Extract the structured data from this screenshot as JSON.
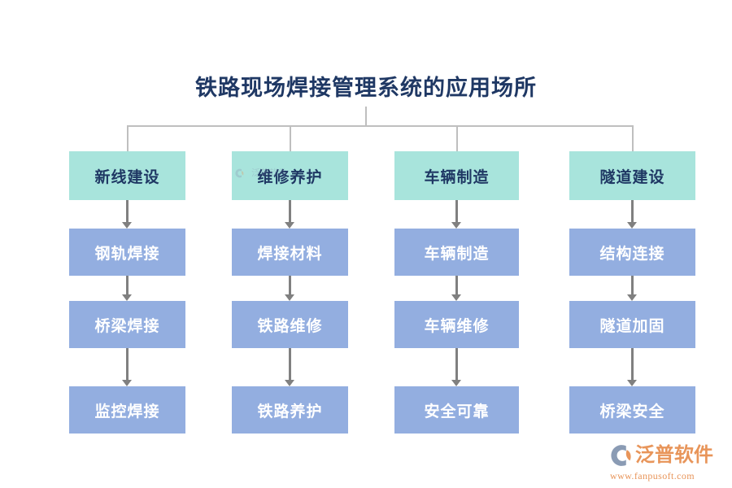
{
  "title": "铁路现场焊接管理系统的应用场所",
  "colors": {
    "title_text": "#1f3864",
    "head_box_bg": "#a8e4dc",
    "head_box_text": "#1f3864",
    "node_box_bg": "#93aee0",
    "node_box_text": "#ffffff",
    "connector": "#bfbfbf",
    "arrow": "#808080",
    "logo_orange": "#e8955a",
    "logo_blue": "#8a9bb4",
    "background": "#ffffff"
  },
  "columns": [
    {
      "head": "新线建设",
      "nodes": [
        "钢轨焊接",
        "桥梁焊接",
        "监控焊接"
      ]
    },
    {
      "head": "维修养护",
      "nodes": [
        "焊接材料",
        "铁路维修",
        "铁路养护"
      ]
    },
    {
      "head": "车辆制造",
      "nodes": [
        "车辆制造",
        "车辆维修",
        "安全可靠"
      ]
    },
    {
      "head": "隧道建设",
      "nodes": [
        "结构连接",
        "隧道加固",
        "桥梁安全"
      ]
    }
  ],
  "watermark": {
    "text": "泛普软件"
  },
  "logo": {
    "name": "泛普软件",
    "url": "www.fanpusoft.com"
  }
}
